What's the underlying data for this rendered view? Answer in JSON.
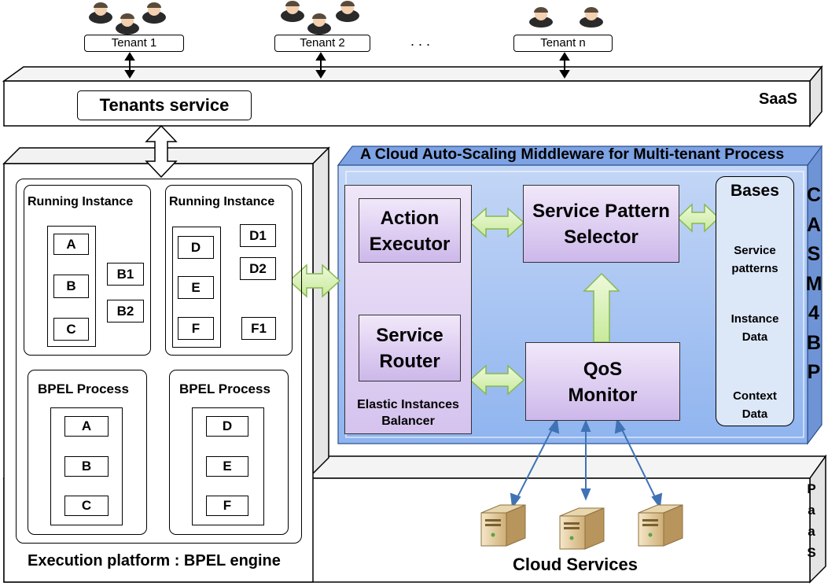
{
  "tenants": [
    {
      "label": "Tenant 1"
    },
    {
      "label": "Tenant 2"
    },
    {
      "label": "Tenant n"
    }
  ],
  "ellipsis": ". . .",
  "saas": {
    "layer_label": "SaaS",
    "service_label": "Tenants service"
  },
  "paas": {
    "letters": [
      "P",
      "a",
      "a",
      "S"
    ]
  },
  "execution": {
    "platform_label": "Execution platform : BPEL engine",
    "running_instances": [
      {
        "title": "Running Instance",
        "nodes": [
          "A",
          "B",
          "C",
          "B1",
          "B2"
        ]
      },
      {
        "title": "Running Instance",
        "nodes": [
          "D",
          "E",
          "F",
          "D1",
          "D2",
          "F1"
        ]
      }
    ],
    "bpel_processes": [
      {
        "title": "BPEL Process",
        "nodes": [
          "A",
          "B",
          "C"
        ]
      },
      {
        "title": "BPEL Process",
        "nodes": [
          "D",
          "E",
          "F"
        ]
      }
    ]
  },
  "casm": {
    "title": "A Cloud Auto-Scaling Middleware for Multi-tenant Process",
    "side_letters": [
      "C",
      "A",
      "S",
      "M",
      "4",
      "B",
      "P"
    ],
    "action_executor": "Action Executor",
    "service_router": "Service Router",
    "elastic_balancer": "Elastic Instances Balancer",
    "service_pattern_selector": "Service Pattern Selector",
    "qos_monitor": "QoS Monitor",
    "bases": {
      "title": "Bases",
      "items": [
        "Service patterns",
        "Instance Data",
        "Context Data"
      ]
    }
  },
  "cloud_services_label": "Cloud Services",
  "colors": {
    "casm_blue": "#8fb4ef",
    "module_purple": "#cdb8ea",
    "green_arrow": "#d9f2b4",
    "blue_arrow": "#3f73b5"
  }
}
